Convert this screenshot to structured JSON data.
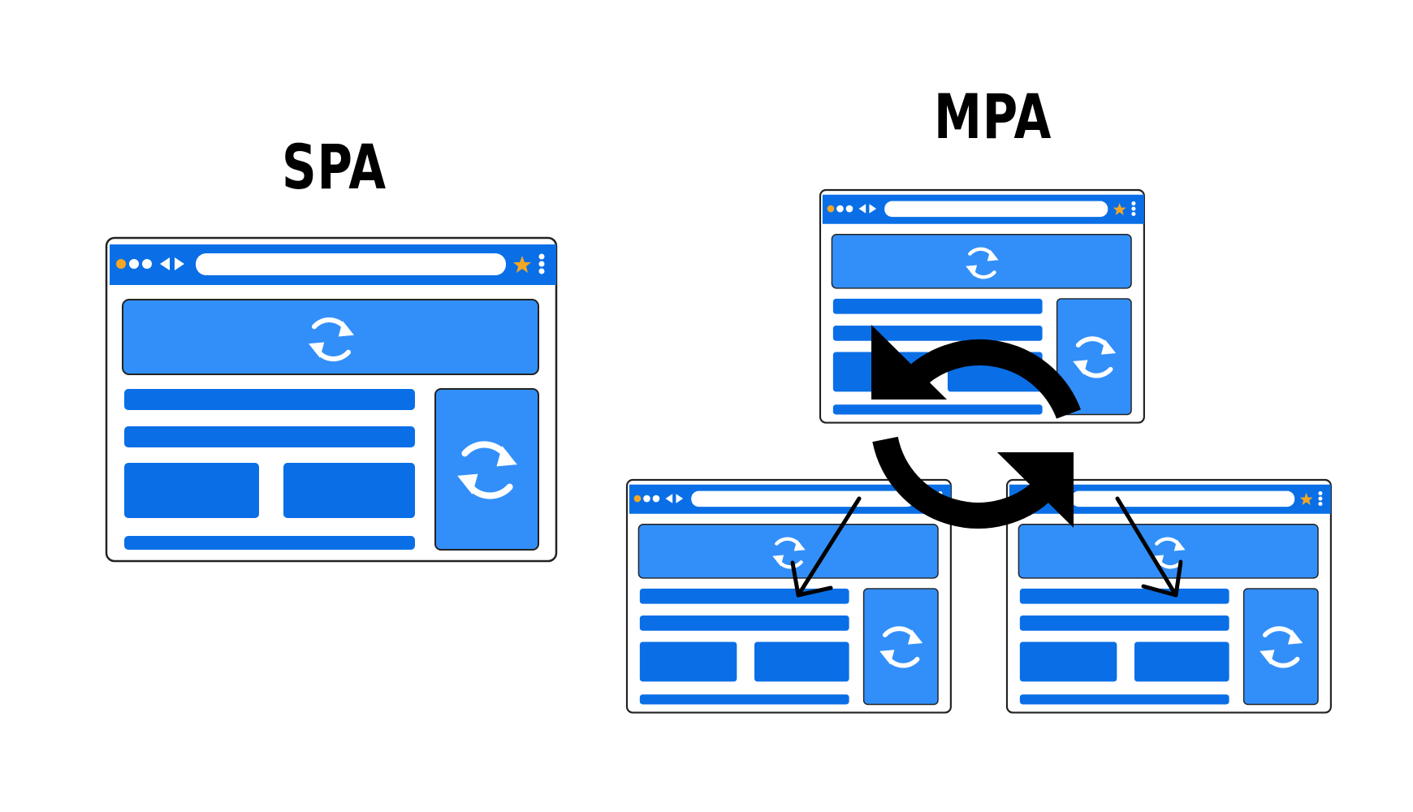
{
  "labels": {
    "spa": "SPA",
    "mpa": "MPA"
  },
  "colors": {
    "primary": "#0471E2",
    "secondary": "#328FF9",
    "bar": "#0A6FE6",
    "url_bar": "#ffffff",
    "dot_accent": "#F5A623",
    "dot": "#ffffff",
    "star": "#F5A623",
    "outline": "#222222",
    "arrow": "#000000"
  },
  "icons": {
    "browser_dots": "traffic-dots-icon",
    "nav": "back-forward-icon",
    "bookmark": "star-icon",
    "menu": "kebab-menu-icon",
    "refresh": "refresh-icon",
    "cycle": "cycle-arrows-icon"
  },
  "windows": [
    {
      "id": "spa",
      "group": "spa"
    },
    {
      "id": "mpa-top",
      "group": "mpa"
    },
    {
      "id": "mpa-left",
      "group": "mpa"
    },
    {
      "id": "mpa-right",
      "group": "mpa"
    }
  ]
}
